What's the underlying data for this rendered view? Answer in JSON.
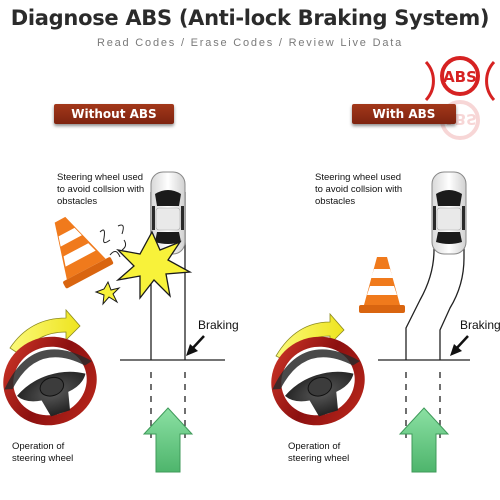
{
  "title": "Diagnose ABS (Anti-lock Braking System)",
  "subtitle": "Read Codes / Erase Codes / Review Live Data",
  "abs_badge": "ABS",
  "panels": {
    "left": {
      "banner": "Without ABS",
      "steering_caption": "Steering wheel used\nto avoid collsion with\nobstacles",
      "braking_label": "Braking",
      "operation_caption": "Operation of\nsteering wheel"
    },
    "right": {
      "banner": "With ABS",
      "steering_caption": "Steering wheel used\nto avoid collsion with\nobstacles",
      "braking_label": "Braking",
      "operation_caption": "Operation of\nsteering wheel"
    }
  },
  "colors": {
    "banner": "#8c2d14",
    "abs_red": "#d62222",
    "cone_orange": "#f07a1c",
    "arrow_green": "#6fcf8a",
    "curve_arrow_yellow": "#f5f03a",
    "crash_star": "#f8f23a",
    "wheel_rim": "#b01818"
  }
}
